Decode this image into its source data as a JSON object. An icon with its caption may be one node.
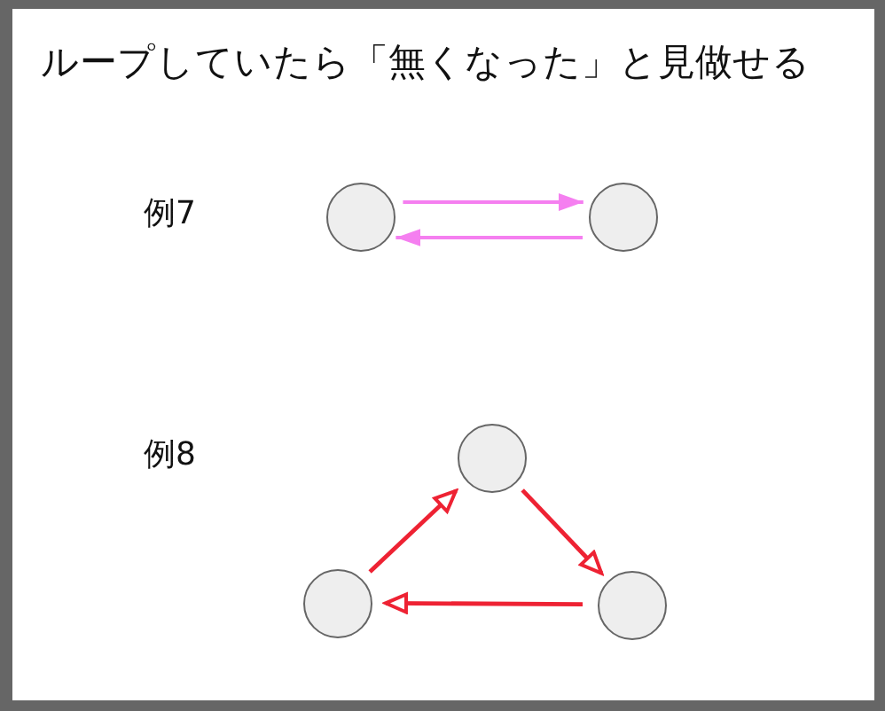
{
  "diagram": {
    "title": "ループしていたら「無くなった」と見做せる",
    "nodes": [
      {
        "text": [],
        "shape": "circle"
      },
      {
        "text": [],
        "shape": "circle"
      },
      {
        "text": [],
        "shape": "circle"
      },
      {
        "text": [],
        "shape": "circle"
      },
      {
        "text": [],
        "shape": "circle"
      }
    ],
    "edges": [
      {
        "from": 0,
        "to": 1,
        "arrow": "to",
        "color": "#f57ff0"
      },
      {
        "from": 1,
        "to": 0,
        "arrow": "to",
        "color": "#f57ff0"
      },
      {
        "from": 2,
        "to": 4,
        "arrow": "to"
      },
      {
        "from": 4,
        "to": 3,
        "arrow": "to"
      },
      {
        "from": 3,
        "to": 2,
        "arrow": "to"
      }
    ],
    "labels": [
      "例7",
      "例8"
    ]
  }
}
